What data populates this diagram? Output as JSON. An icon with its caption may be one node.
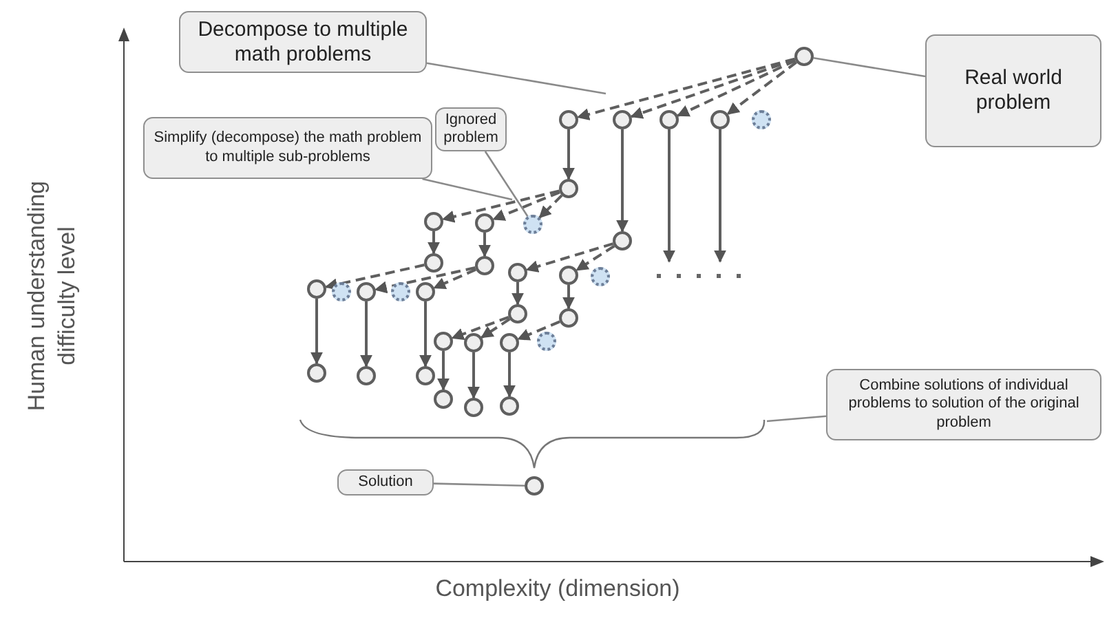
{
  "diagram": {
    "nodes": [
      {
        "text": [
          "Decompose to multiple math problems"
        ]
      },
      {
        "text": [
          "Real world problem"
        ]
      },
      {
        "text": [
          "Simplify (decompose) the math problem to multiple sub-problems"
        ]
      },
      {
        "text": [
          "Ignored problem"
        ]
      },
      {
        "text": [
          "Combine solutions of individual problems to solution of the original problem"
        ]
      },
      {
        "text": [
          "Solution"
        ]
      },
      {
        "text": [],
        "shape": "circle"
      },
      {
        "text": [],
        "shape": "circle"
      },
      {
        "text": [],
        "shape": "circle"
      },
      {
        "text": [],
        "shape": "circle"
      },
      {
        "text": [],
        "shape": "circle"
      },
      {
        "text": [],
        "shape": "circle"
      },
      {
        "text": [],
        "shape": "circle"
      },
      {
        "text": [],
        "shape": "circle"
      },
      {
        "text": [],
        "shape": "circle"
      },
      {
        "text": [],
        "shape": "circle"
      },
      {
        "text": [],
        "shape": "circle"
      },
      {
        "text": [],
        "shape": "circle"
      },
      {
        "text": [],
        "shape": "circle"
      },
      {
        "text": [],
        "shape": "circle"
      },
      {
        "text": [],
        "shape": "circle"
      },
      {
        "text": [],
        "shape": "circle"
      },
      {
        "text": [],
        "shape": "circle"
      },
      {
        "text": [],
        "shape": "circle"
      },
      {
        "text": [],
        "shape": "circle"
      },
      {
        "text": [],
        "shape": "circle"
      },
      {
        "text": [],
        "shape": "circle"
      },
      {
        "text": [],
        "shape": "circle"
      },
      {
        "text": [],
        "shape": "circle"
      },
      {
        "text": [],
        "shape": "circle"
      },
      {
        "text": [],
        "shape": "circle"
      },
      {
        "text": [],
        "shape": "circle"
      },
      {
        "text": [],
        "shape": "circle"
      },
      {
        "text": [],
        "shape": "circle"
      },
      {
        "text": [],
        "shape": "circle"
      },
      {
        "text": [],
        "shape": "circle"
      },
      {
        "text": [],
        "shape": "circle"
      },
      {
        "text": [],
        "shape": "circle"
      },
      {
        "text": [],
        "shape": "circle"
      },
      {
        "text": [],
        "shape": "circle"
      },
      {
        "text": [],
        "shape": "brace"
      }
    ],
    "edges": [
      {
        "from": 6,
        "to": 7,
        "arrow": "to",
        "style": "dashed"
      },
      {
        "from": 6,
        "to": 8,
        "arrow": "to",
        "style": "dashed"
      },
      {
        "from": 6,
        "to": 9,
        "arrow": "to",
        "style": "dashed"
      },
      {
        "from": 6,
        "to": 10,
        "arrow": "to",
        "style": "dashed"
      },
      {
        "from": 7,
        "to": 12,
        "arrow": "to"
      },
      {
        "from": 8,
        "to": 16,
        "arrow": "to"
      },
      {
        "from": 9,
        "to": null,
        "arrow": "to"
      },
      {
        "from": 10,
        "to": null,
        "arrow": "to"
      },
      {
        "from": 12,
        "to": 13,
        "arrow": "to",
        "style": "dashed"
      },
      {
        "from": 12,
        "to": 14,
        "arrow": "to",
        "style": "dashed"
      },
      {
        "from": 12,
        "to": 15,
        "arrow": "to",
        "style": "dashed"
      },
      {
        "from": 13,
        "to": 17,
        "arrow": "to"
      },
      {
        "from": 14,
        "to": 18,
        "arrow": "to"
      },
      {
        "from": 17,
        "to": 22,
        "arrow": "to",
        "style": "dashed"
      },
      {
        "from": 18,
        "to": 24,
        "arrow": "to",
        "style": "dashed"
      },
      {
        "from": 18,
        "to": 26,
        "arrow": "to",
        "style": "dashed"
      },
      {
        "from": 22,
        "to": 33,
        "arrow": "to"
      },
      {
        "from": 24,
        "to": 34,
        "arrow": "to"
      },
      {
        "from": 26,
        "to": 35,
        "arrow": "to"
      },
      {
        "from": 16,
        "to": 19,
        "arrow": "to",
        "style": "dashed"
      },
      {
        "from": 16,
        "to": 20,
        "arrow": "to",
        "style": "dashed"
      },
      {
        "from": 19,
        "to": 27,
        "arrow": "to"
      },
      {
        "from": 20,
        "to": 28,
        "arrow": "to"
      },
      {
        "from": 27,
        "to": 29,
        "arrow": "to",
        "style": "dashed"
      },
      {
        "from": 27,
        "to": 30,
        "arrow": "to",
        "style": "dashed"
      },
      {
        "from": 28,
        "to": 31,
        "arrow": "to",
        "style": "dashed"
      },
      {
        "from": 29,
        "to": 36,
        "arrow": "to"
      },
      {
        "from": 30,
        "to": 37,
        "arrow": "to"
      },
      {
        "from": 31,
        "to": 38,
        "arrow": "to"
      },
      {
        "from": 0,
        "to": null,
        "arrow": "none"
      },
      {
        "from": 1,
        "to": 6,
        "arrow": "none"
      },
      {
        "from": 2,
        "to": null,
        "arrow": "none"
      },
      {
        "from": 3,
        "to": 15,
        "arrow": "none"
      },
      {
        "from": 4,
        "to": 40,
        "arrow": "none"
      },
      {
        "from": 5,
        "to": 39,
        "arrow": "none"
      }
    ],
    "labels": [
      "Human understanding difficulty level",
      "Complexity (dimension)"
    ]
  }
}
